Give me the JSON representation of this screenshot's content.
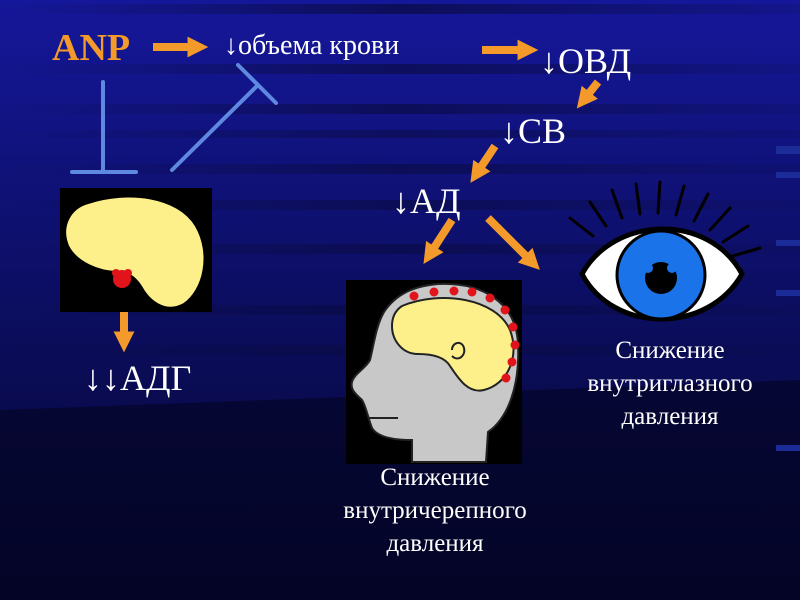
{
  "labels": {
    "anp": "ANP",
    "blood_volume": "↓объема крови",
    "ovd": "↓ОВД",
    "sv": "↓СВ",
    "ad": "↓АД",
    "adg": "↓↓АДГ"
  },
  "captions": {
    "eye": "Снижение\nвнутриглазного\nдавления",
    "head": "Снижение\nвнутричерепного\nдавления"
  },
  "colors": {
    "background": "#0d0f63",
    "arrow_orange": "#f39a2a",
    "inhibition_line": "#5f88e0",
    "organ_yellow": "#fdf08a",
    "vessel_red": "#e2141b",
    "iris_blue": "#1a73e8",
    "head_gray": "#c8c8c8"
  }
}
